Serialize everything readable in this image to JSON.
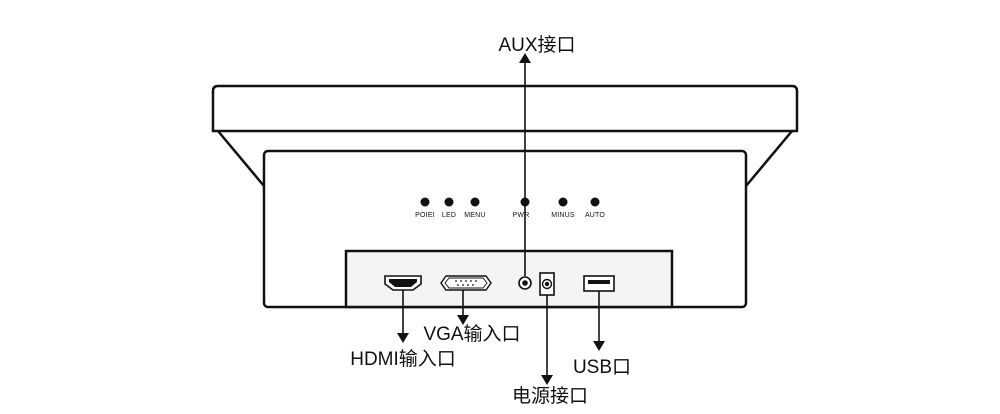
{
  "colors": {
    "line": "#111111",
    "background": "#ffffff",
    "panel_fill": "#f4f4f4",
    "port_fill": "#ffffff"
  },
  "buttons": [
    {
      "id": "poiei",
      "label": "POIEI"
    },
    {
      "id": "led",
      "label": "LED"
    },
    {
      "id": "menu",
      "label": "MENU"
    },
    {
      "id": "pwr",
      "label": "PWR"
    },
    {
      "id": "minus",
      "label": "MINUS"
    },
    {
      "id": "auto",
      "label": "AUTO"
    }
  ],
  "callouts": {
    "aux": "AUX接口",
    "hdmi": "HDMI输入口",
    "vga": "VGA输入口",
    "power": "电源接口",
    "usb": "USB口"
  }
}
